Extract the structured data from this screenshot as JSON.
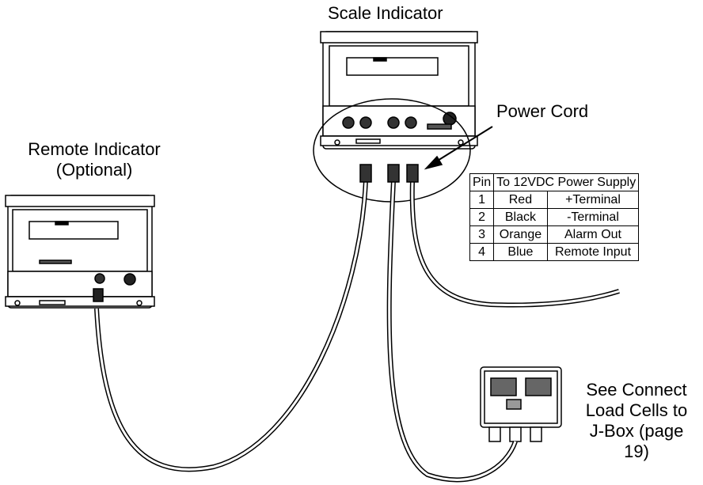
{
  "labels": {
    "scale_indicator": "Scale Indicator",
    "power_cord": "Power Cord",
    "remote_indicator_line1": "Remote Indicator",
    "remote_indicator_line2": "(Optional)",
    "jbox_line1": "See Connect",
    "jbox_line2": "Load Cells to",
    "jbox_line3": "J-Box (page",
    "jbox_line4": "19)"
  },
  "pin_table": {
    "headers": [
      "Pin",
      "To 12VDC Power Supply"
    ],
    "rows": [
      {
        "pin": "1",
        "color": "Red",
        "function": "+Terminal"
      },
      {
        "pin": "2",
        "color": "Black",
        "function": "-Terminal"
      },
      {
        "pin": "3",
        "color": "Orange",
        "function": "Alarm Out"
      },
      {
        "pin": "4",
        "color": "Blue",
        "function": "Remote Input"
      }
    ]
  }
}
